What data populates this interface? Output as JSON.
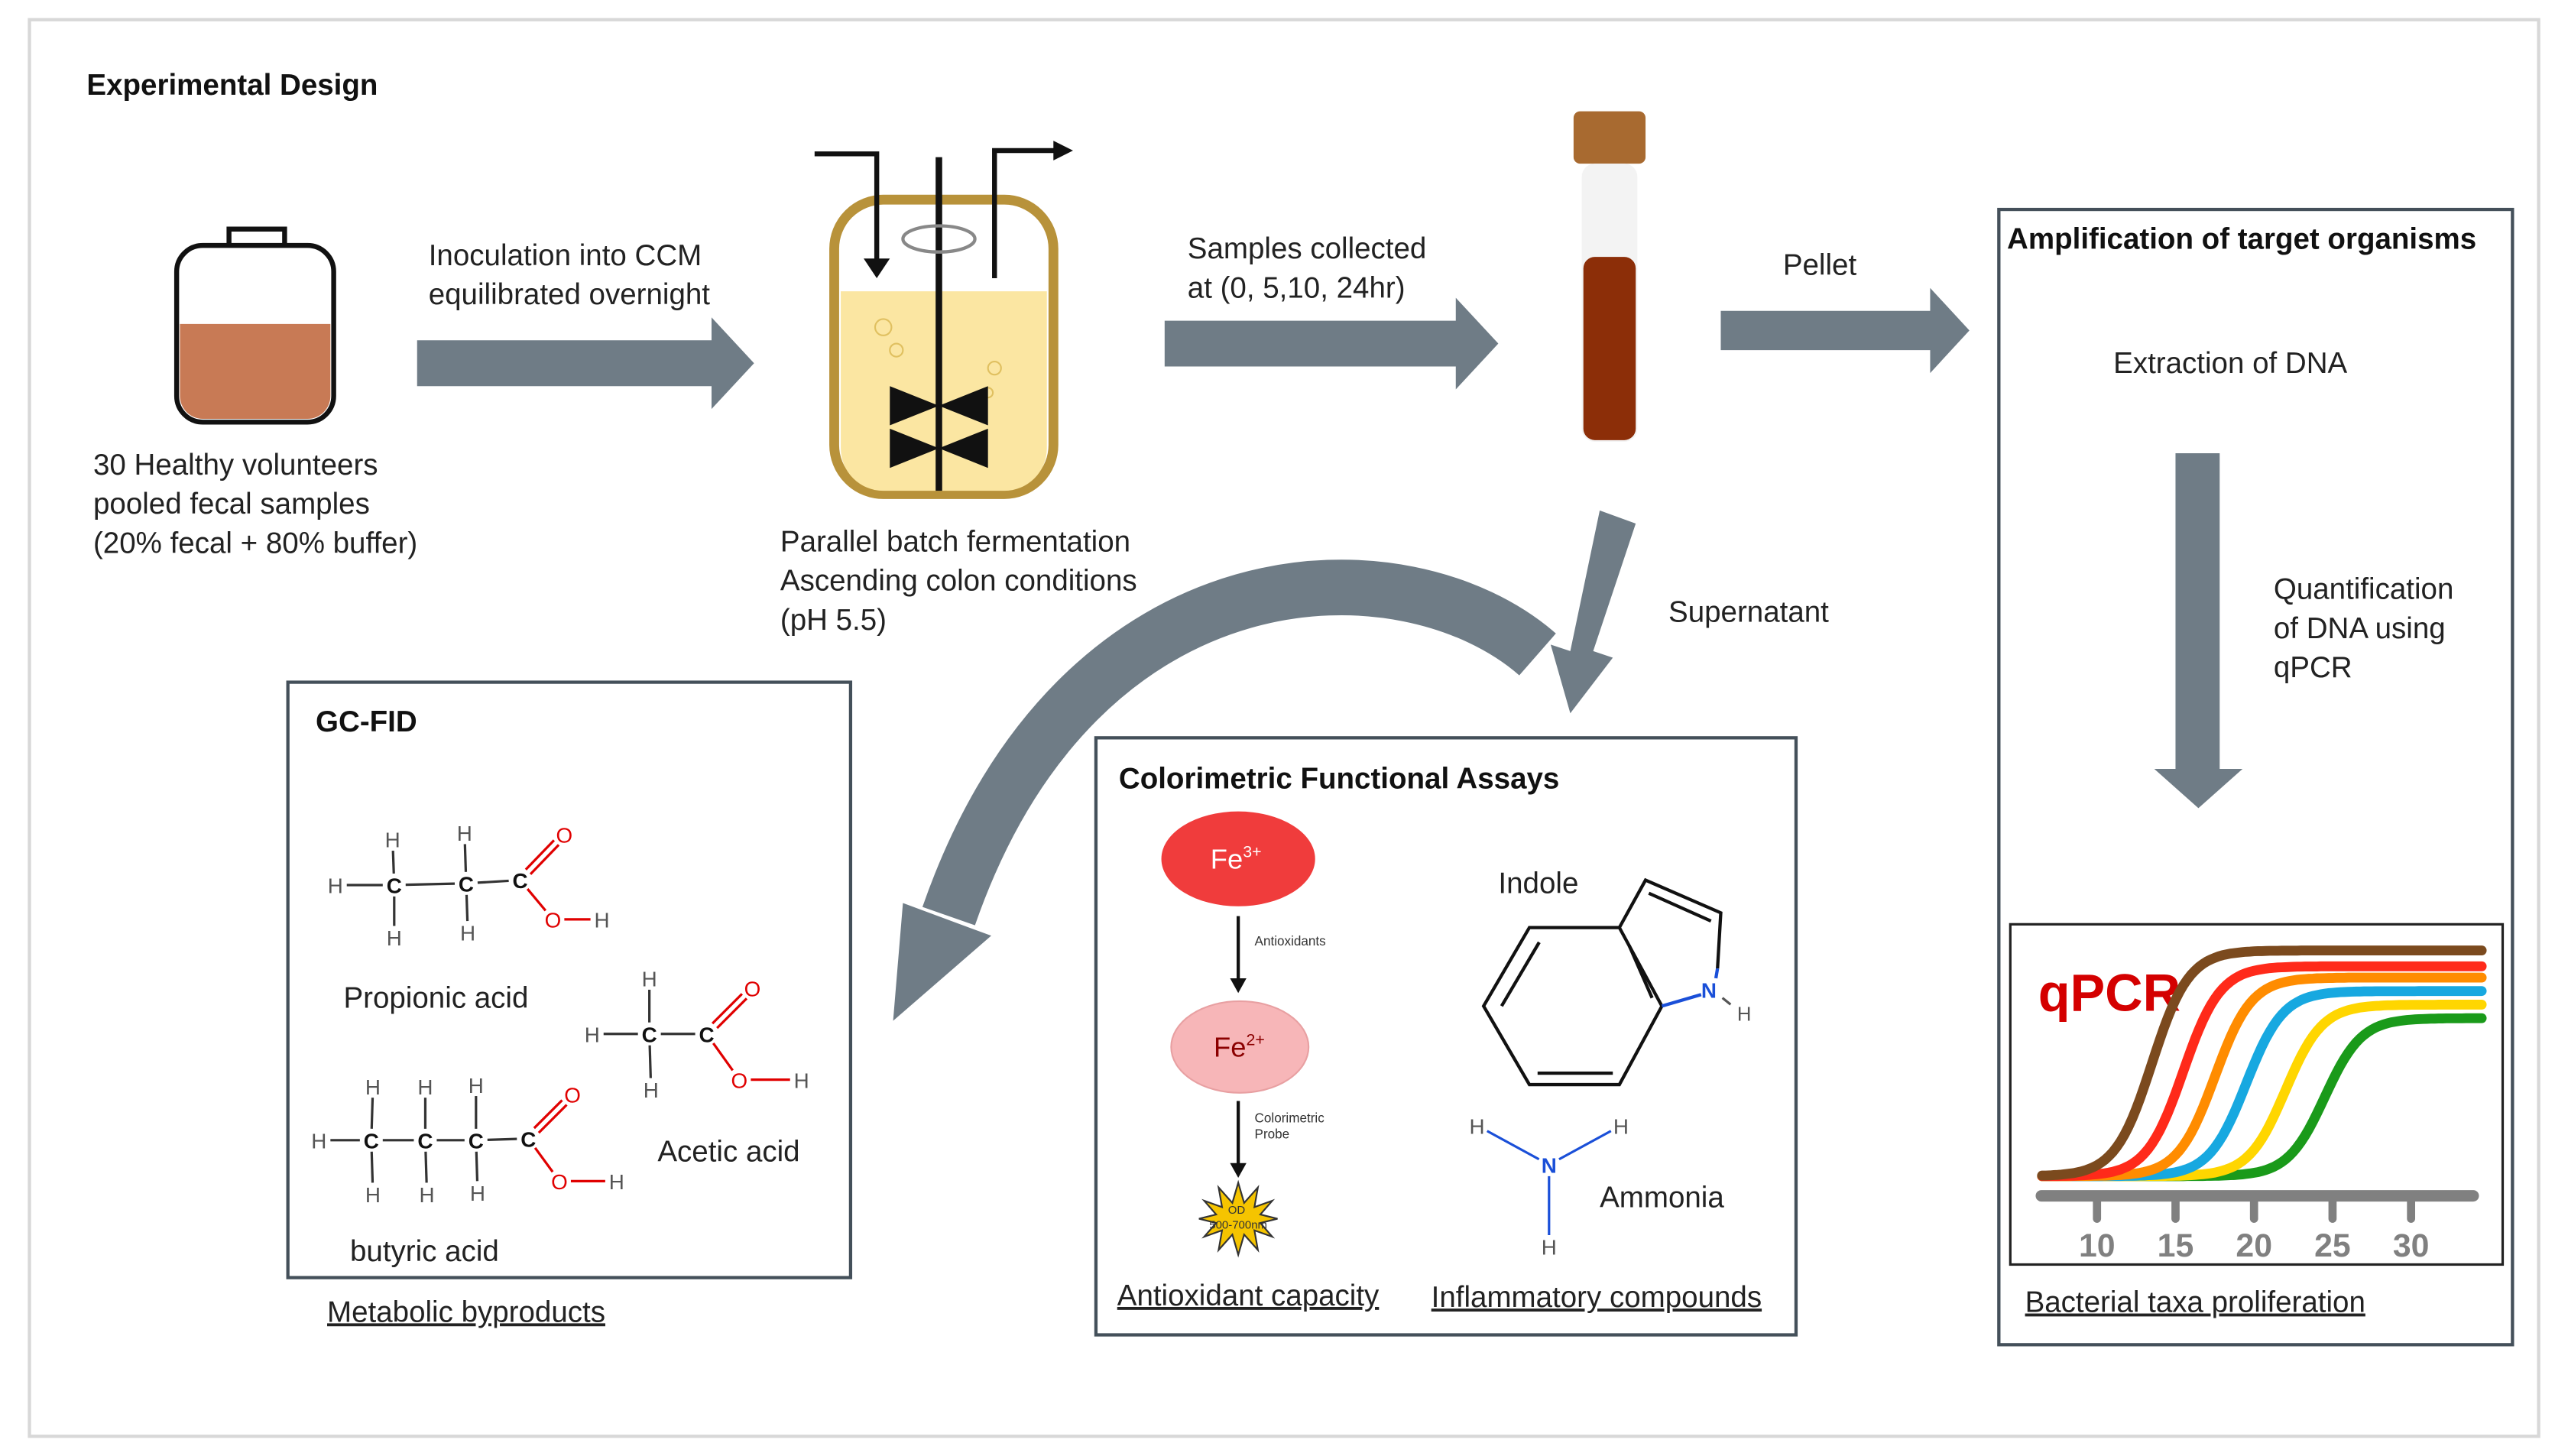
{
  "title": "Experimental Design",
  "colors": {
    "arrow": "#6f7c86",
    "fe3": "#f03c3c",
    "fe2": "#f7b6b8",
    "star": "#f5c400",
    "oxygen": "#e00000",
    "nitrogen": "#1a4fd8",
    "qpcr_label": "#d40000"
  },
  "step1": {
    "lines": [
      "30 Healthy volunteers",
      "pooled fecal samples",
      "(20% fecal + 80% buffer)"
    ],
    "icon": "sample-bag-icon"
  },
  "arrow1": {
    "lines": [
      "Inoculation into CCM",
      "equilibrated overnight"
    ]
  },
  "step2": {
    "lines": [
      "Parallel batch fermentation",
      "Ascending colon conditions",
      "(pH 5.5)"
    ],
    "icon": "fermenter-icon"
  },
  "arrow2": {
    "lines": [
      "Samples collected",
      "at (0, 5,10, 24hr)"
    ]
  },
  "step3": {
    "icon": "test-tube-icon"
  },
  "arrow3": {
    "label": "Pellet"
  },
  "supernatant": {
    "label": "Supernatant"
  },
  "amplification": {
    "title": "Amplification of target organisms",
    "extraction": "Extraction of DNA",
    "quant_lines": [
      "Quantification",
      "of DNA using",
      "qPCR"
    ],
    "footer": "Bacterial taxa proliferation",
    "qpcr": {
      "label": "qPCR",
      "ticks": [
        "10",
        "15",
        "20",
        "25",
        "30"
      ],
      "curves": [
        {
          "color": "#7b4a1e",
          "ct": 13.5,
          "plateau": 1.0
        },
        {
          "color": "#ff2a1a",
          "ct": 15.5,
          "plateau": 0.93
        },
        {
          "color": "#ff8c00",
          "ct": 17.5,
          "plateau": 0.88
        },
        {
          "color": "#17a8e0",
          "ct": 19.5,
          "plateau": 0.82
        },
        {
          "color": "#ffd600",
          "ct": 22,
          "plateau": 0.76
        },
        {
          "color": "#1a9a1a",
          "ct": 24.5,
          "plateau": 0.7
        }
      ]
    }
  },
  "gcfid": {
    "title": "GC-FID",
    "propionic": {
      "name": "Propionic acid",
      "atoms": [
        "H",
        "C",
        "C",
        "C",
        "O",
        "O",
        "H",
        "H",
        "H",
        "H",
        "H"
      ]
    },
    "acetic": {
      "name": "Acetic acid",
      "atoms": [
        "H",
        "C",
        "C",
        "O",
        "O",
        "H",
        "H",
        "H"
      ]
    },
    "butyric": {
      "name": "butyric acid",
      "atoms": [
        "H",
        "C",
        "C",
        "C",
        "C",
        "O",
        "O",
        "H",
        "H",
        "H",
        "H",
        "H",
        "H",
        "H"
      ]
    },
    "footer": "Metabolic byproducts"
  },
  "colorimetric": {
    "title": "Colorimetric Functional Assays",
    "fe3": {
      "base": "Fe",
      "charge": "3+"
    },
    "fe2": {
      "base": "Fe",
      "charge": "2+"
    },
    "antioxidants": "Antioxidants",
    "probe_lines": [
      "Colorimetric",
      "Probe"
    ],
    "od_lines": [
      "OD",
      "500-700nm"
    ],
    "indole": {
      "name": "Indole",
      "n": "N",
      "h": "H"
    },
    "ammonia": {
      "name": "Ammonia",
      "atoms": [
        "H",
        "H",
        "N",
        "H"
      ]
    },
    "footer_left": "Antioxidant capacity",
    "footer_right": "Inflammatory compounds"
  }
}
